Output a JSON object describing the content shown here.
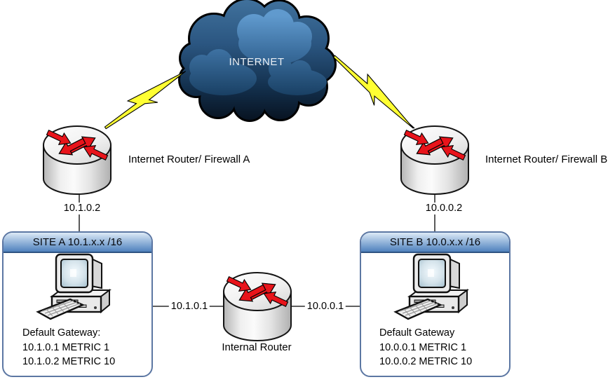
{
  "cloud": {
    "label": "INTERNET"
  },
  "routers": {
    "a": {
      "label": "Internet Router/ Firewall A",
      "ip": "10.1.0.2"
    },
    "b": {
      "label": "Internet Router/ Firewall B",
      "ip": "10.0.0.2"
    },
    "internal": {
      "label": "Internal Router",
      "left_ip": "10.1.0.1",
      "right_ip": "10.0.0.1"
    }
  },
  "sites": {
    "a": {
      "title": "SITE A 10.1.x.x /16",
      "gateway_lines": [
        "Default Gateway:",
        "10.1.0.1 METRIC 1",
        "10.1.0.2 METRIC 10"
      ]
    },
    "b": {
      "title": "SITE B 10.0.x.x /16",
      "gateway_lines": [
        "Default Gateway",
        "10.0.0.1 METRIC 1",
        "10.0.0.2 METRIC 10"
      ]
    }
  },
  "colors": {
    "cloud_top": "#40719c",
    "cloud_bottom": "#071828",
    "lightning": "#ffff33",
    "router_arrow": "#e8141b",
    "site_header_bottom": "#4f81bd",
    "site_border": "#5c77a3"
  }
}
